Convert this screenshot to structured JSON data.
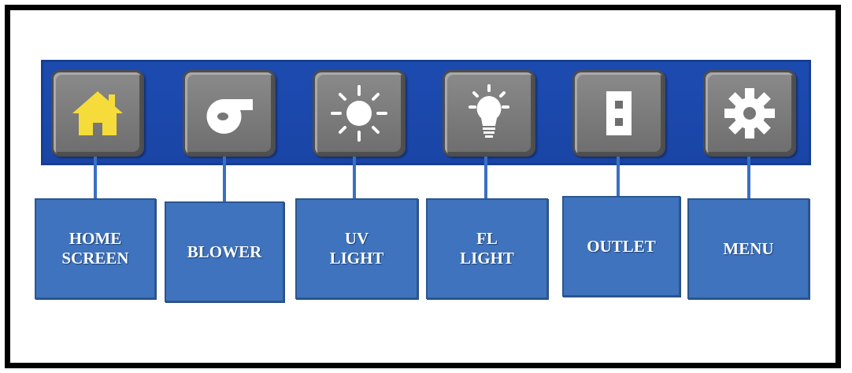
{
  "buttons": [
    {
      "id": "home",
      "icon": "home-icon",
      "label": "HOME\nSCREEN"
    },
    {
      "id": "blower",
      "icon": "blower-icon",
      "label": "BLOWER"
    },
    {
      "id": "uv-light",
      "icon": "sun-icon",
      "label": "UV\nLIGHT"
    },
    {
      "id": "fl-light",
      "icon": "lightbulb-icon",
      "label": "FL\nLIGHT"
    },
    {
      "id": "outlet",
      "icon": "outlet-icon",
      "label": "OUTLET"
    },
    {
      "id": "menu",
      "icon": "gear-icon",
      "label": "MENU"
    }
  ],
  "colors": {
    "toolbar": "#1c4bb0",
    "label_box": "#3f73bd",
    "home_icon": "#f5dc3a",
    "icon": "#ffffff"
  }
}
